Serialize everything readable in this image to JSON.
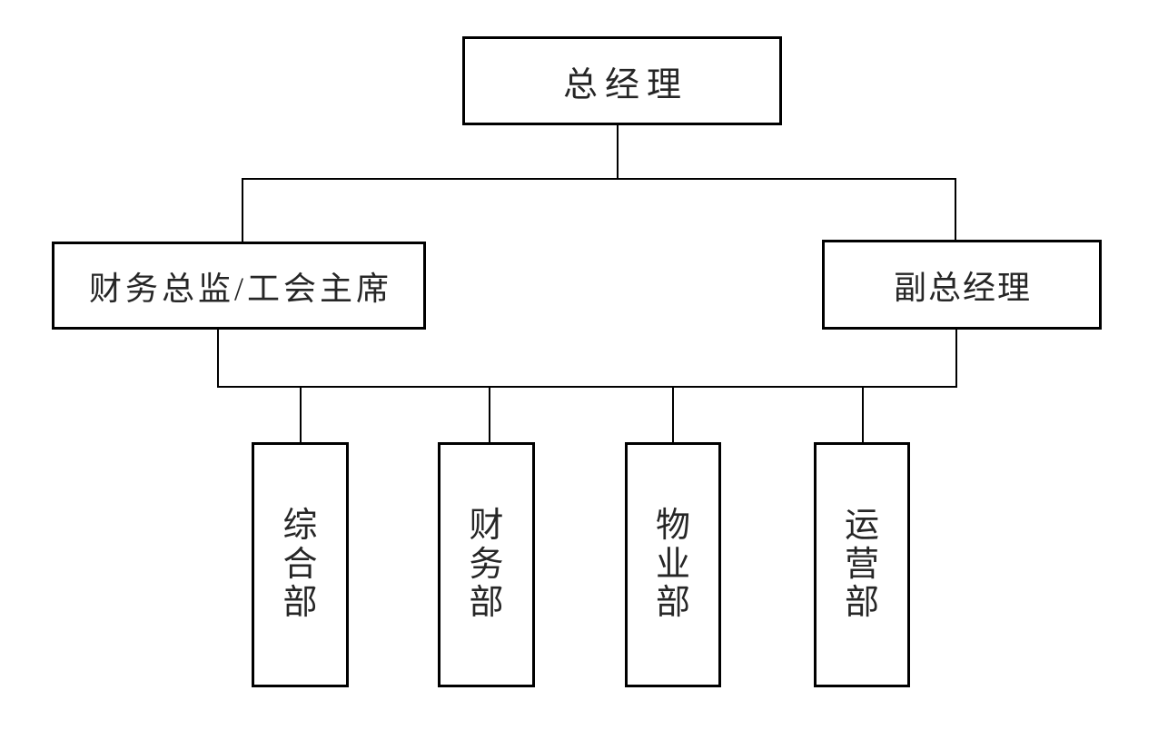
{
  "diagram": {
    "type": "org-chart",
    "nodes": {
      "root": {
        "label": "总经理"
      },
      "level2": [
        {
          "label": "财务总监/工会主席"
        },
        {
          "label": "副总经理"
        }
      ],
      "departments": [
        {
          "label": "综合部"
        },
        {
          "label": "财务部"
        },
        {
          "label": "物业部"
        },
        {
          "label": "运营部"
        }
      ]
    },
    "colors": {
      "background": "#ffffff",
      "border": "#000000",
      "text": "#262626"
    }
  }
}
